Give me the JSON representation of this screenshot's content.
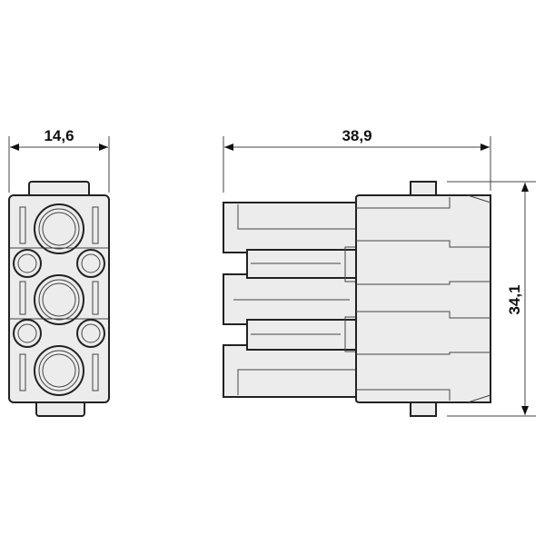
{
  "drawing": {
    "front_view": {
      "width_dimension": "14,6"
    },
    "side_view": {
      "length_dimension": "38,9",
      "height_dimension": "34,1"
    }
  },
  "colors": {
    "line": "#222222",
    "fill": "#ececec",
    "background": "#ffffff"
  }
}
